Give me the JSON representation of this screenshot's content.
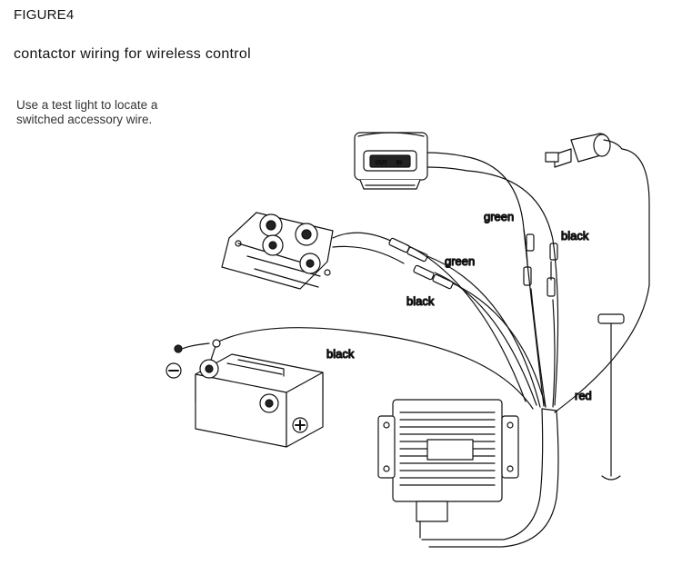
{
  "figure_label": "FIGURE4",
  "subtitle": "contactor wiring for wireless control",
  "note": {
    "line1": "Use a test light to locate a",
    "line2": "switched accessory wire."
  },
  "wire_labels": {
    "green_upper": "green",
    "black_upper": "black",
    "green_mid": "green",
    "black_mid": "black",
    "black_battery": "black",
    "red": "red"
  },
  "switch_labels": {
    "out": "OUT",
    "in": "IN"
  }
}
